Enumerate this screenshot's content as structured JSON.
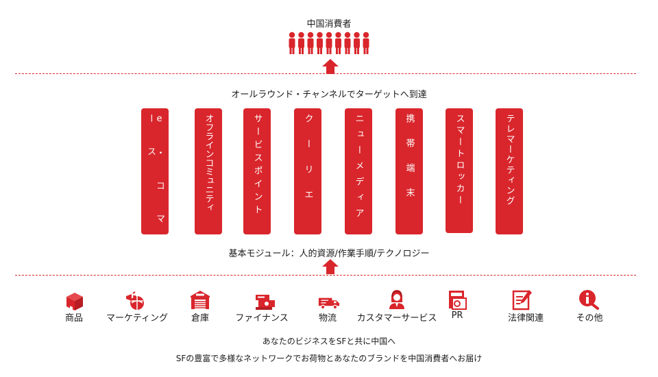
{
  "header": {
    "title": "中国消費者"
  },
  "middle": {
    "channels_title": "オールラウンド・チャンネルでターゲットへ到達",
    "channels": [
      {
        "label": "e-コマース",
        "display": "e ・ コ マ ー ス"
      },
      {
        "label": "オフラインコミュニティ",
        "display": "オフラインコミュニティ"
      },
      {
        "label": "サービスポイント",
        "display": "サービスポイント"
      },
      {
        "label": "クーリエ",
        "display": "クーリエ"
      },
      {
        "label": "ニューメディア",
        "display": "ニューメディア"
      },
      {
        "label": "携帯端末",
        "display": "携帯端末"
      },
      {
        "label": "スマートロッカー",
        "display": "スマートロッカー"
      },
      {
        "label": "テレマーケティング",
        "display": "テレマーケティング"
      }
    ],
    "base_module": "基本モジュール：人的資源/作業手順/テクノロジー"
  },
  "services": [
    {
      "label": "商品",
      "icon": "product-box-icon"
    },
    {
      "label": "マーケティング",
      "icon": "marketing-megaphone-icon"
    },
    {
      "label": "倉庫",
      "icon": "warehouse-icon"
    },
    {
      "label": "ファイナンス",
      "icon": "finance-cash-icon"
    },
    {
      "label": "物流",
      "icon": "logistics-truck-icon"
    },
    {
      "label": "カスタマーサービス",
      "icon": "customer-service-agent-icon"
    },
    {
      "label": "PR",
      "icon": "pr-document-icon"
    },
    {
      "label": "法律関連",
      "icon": "legal-document-icon"
    },
    {
      "label": "その他",
      "icon": "info-other-icon"
    }
  ],
  "footer": {
    "line1": "あなたのビジネスをSFと共に中国へ",
    "line2": "SFの豊富で多様なネットワークでお荷物とあなたのブランドを中国消費者へお届け"
  },
  "colors": {
    "accent": "#d9262c",
    "text": "#1a1a1a",
    "background": "#ffffff"
  }
}
